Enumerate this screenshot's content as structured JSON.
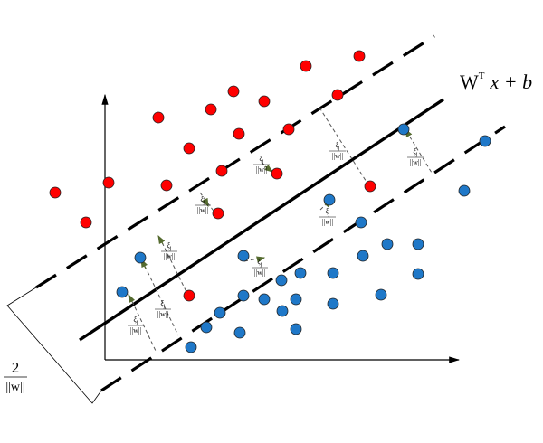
{
  "colors": {
    "class_positive": "#ff0000",
    "class_negative": "#1f78c8",
    "line": "#000000",
    "arrow_tip": "#556b2f",
    "slack_dash": "#555555"
  },
  "labels": {
    "hyperplane": {
      "main": "W",
      "sup": "T",
      "rest": "x + b"
    },
    "margin": {
      "numerator": "2",
      "denominator": "||w||"
    },
    "slack": {
      "numerator": "ξ",
      "sub": "j",
      "denominator": "||w||"
    }
  },
  "legend": {
    "positive_class": "red points",
    "negative_class": "blue points"
  }
}
